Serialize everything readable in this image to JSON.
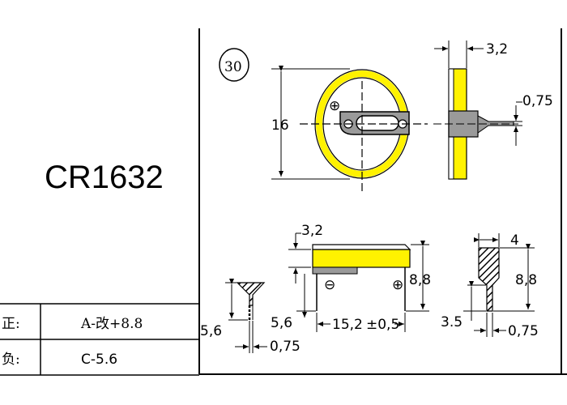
{
  "part_name": "CR1632",
  "view_number": "30",
  "table": {
    "rows": [
      {
        "label": "正:",
        "value": "A-改+8.8"
      },
      {
        "label": "负:",
        "value": "C-5.6"
      }
    ]
  },
  "dimensions": {
    "top_width": "3,2",
    "tab_thickness": "0,75",
    "diameter": "16",
    "height_side": "3,2",
    "total_height": "8,8",
    "pin_offset": "5,6",
    "pin_offset_left": "5,6",
    "pin_spacing": "15,2",
    "pin_tolerance": "±0,5",
    "pin_thickness_left": "0,75",
    "right_width": "4",
    "right_height": "8,8",
    "right_pin": "3.5",
    "right_pin_thickness": "0,75"
  },
  "polarity": {
    "positive": "⊕",
    "negative": "⊖"
  },
  "colors": {
    "battery_yellow": "#FFF200",
    "tab_gray": "#9A9A9A",
    "line": "#000000"
  }
}
